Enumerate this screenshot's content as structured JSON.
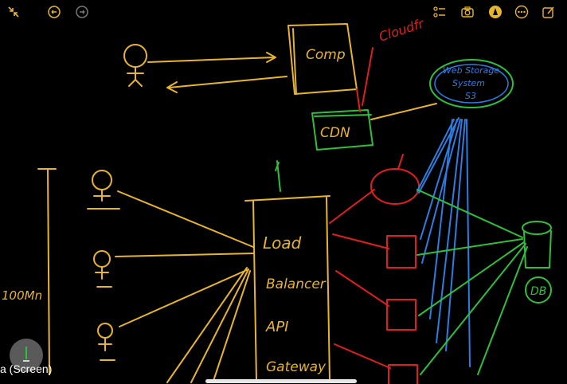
{
  "toolbar": {
    "left_icons": [
      "collapse-icon",
      "undo-icon",
      "redo-icon"
    ],
    "right_icons": [
      "text-list-icon",
      "camera-icon",
      "pen-marker-icon",
      "more-icon",
      "compose-icon"
    ]
  },
  "sketch": {
    "comp_label": "Comp",
    "cloudfront_label": "Cloudfr",
    "cdn_label": "CDN",
    "storage_label_line1": "Web Storage",
    "storage_label_line2": "System",
    "storage_label_line3": "S3",
    "load_label": "Load",
    "balancer_label": "Balancer",
    "api_label": "API",
    "gateway_label": "Gateway",
    "db_label": "DB",
    "scale_label": "100Mn",
    "colors": {
      "yellow": "#e8b42a",
      "red": "#e01e1e",
      "green": "#2fbf3a",
      "blue": "#2d7de0"
    }
  },
  "caption": "a (Screen)"
}
